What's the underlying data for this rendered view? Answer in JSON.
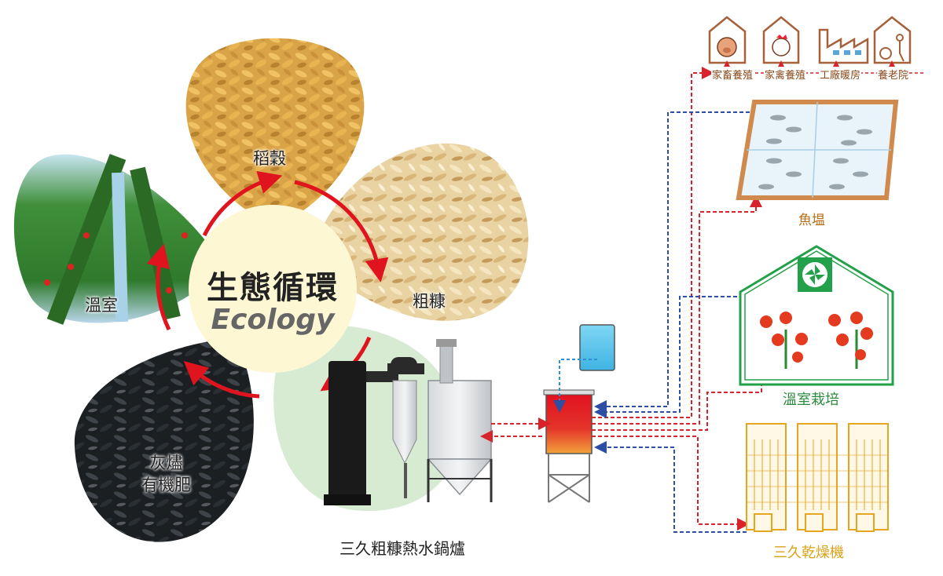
{
  "cycle": {
    "title": "生態循環",
    "subtitle": "Ecology",
    "petals": {
      "grain": "稻穀",
      "husk": "粗糠",
      "ash": "灰燼\n有機肥",
      "greenhouse": "溫室"
    }
  },
  "boiler": {
    "label": "三久粗糠熱水鍋爐"
  },
  "destinations": {
    "livestock": "家畜養殖",
    "poultry": "家禽養殖",
    "factory": "工廠暖房",
    "nursing": "養老院",
    "fishpond": "魚塭",
    "greenhouse_cultivation": "溫室栽培",
    "dryer": "三久乾燥機"
  },
  "colors": {
    "hot_line": "#d8232a",
    "cold_line": "#2d4fa3",
    "house_brown": "#a5613a",
    "green_frame": "#23a04a",
    "dryer_gold": "#e5a51c"
  }
}
